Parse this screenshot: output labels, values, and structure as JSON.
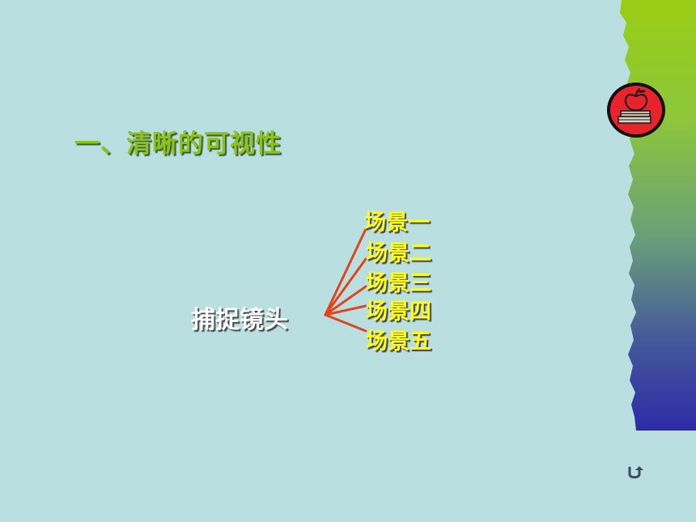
{
  "slide": {
    "title": "一、清晰的可视性",
    "root": "捕捉镜头",
    "branches": [
      "场景一",
      "场景二",
      "场景三",
      "场景四",
      "场景五"
    ]
  },
  "colors": {
    "background": "#b9dfe0",
    "title": "#8ec21c",
    "branch_line": "#e0461e",
    "branch_text": "#ffff1a",
    "root_text": "#ffffff"
  },
  "icons": {
    "logo": "books-apple-logo-icon",
    "nav": "return-arrow-icon"
  }
}
